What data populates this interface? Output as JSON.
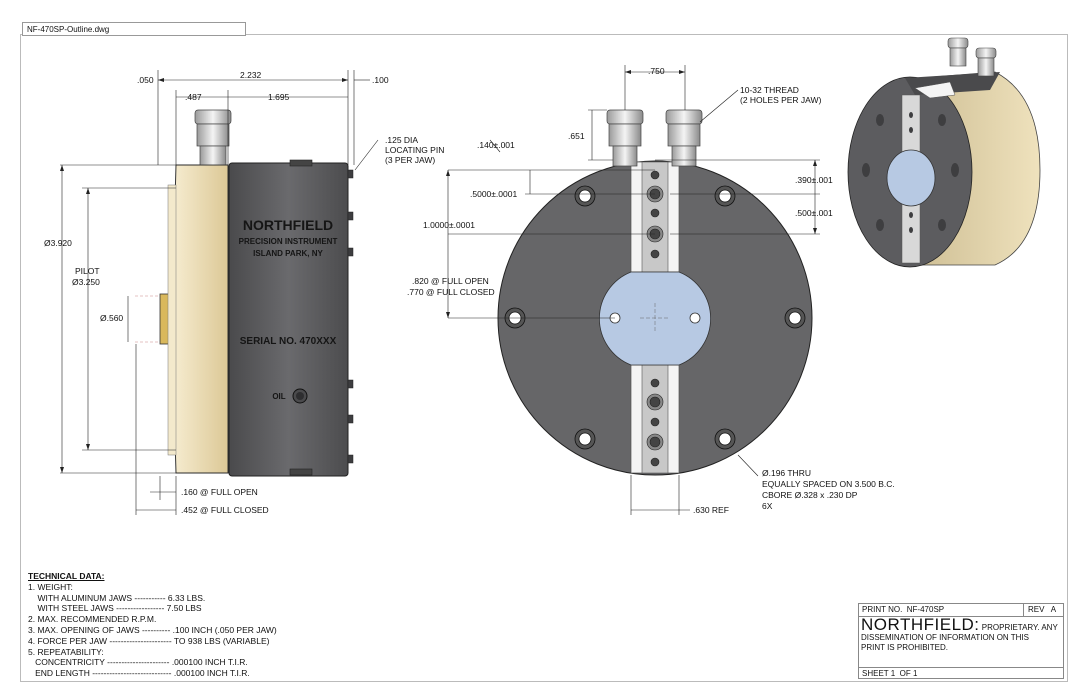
{
  "file_tab": "NF-470SP-Outline.dwg",
  "side_view": {
    "brand": "NORTHFIELD",
    "brand_line2": "PRECISION INSTRUMENT",
    "brand_line3": "ISLAND PARK, NY",
    "serial": "SERIAL NO. 470XXX",
    "oil": "OIL"
  },
  "dims": {
    "d050": ".050",
    "d2232": "2.232",
    "d100": ".100",
    "d487": ".487",
    "d1695": "1.695",
    "pin1": ".125 DIA",
    "pin2": "LOCATING PIN",
    "pin3": "(3 PER JAW)",
    "dia3920": "Ø3.920",
    "pilot1": "PILOT",
    "pilot2": "Ø3.250",
    "dia560": "Ø.560",
    "open160": ".160 @ FULL OPEN",
    "closed452": ".452 @ FULL CLOSED",
    "d750": ".750",
    "thread1": "10-32 THREAD",
    "thread2": "(2 HOLES PER JAW)",
    "d651": ".651",
    "d140": ".140±.001",
    "d5000": ".5000±.0001",
    "d10000": "1.0000±.0001",
    "d390": ".390±.001",
    "d500": ".500±.001",
    "open820": ".820 @ FULL OPEN",
    "closed770": ".770 @ FULL CLOSED",
    "thru1": "Ø.196 THRU",
    "thru2": "EQUALLY SPACED ON 3.500 B.C.",
    "thru3": "CBORE Ø.328 x .230 DP",
    "thru4": "6X",
    "ref630": ".630 REF"
  },
  "tech": {
    "title": "TECHNICAL DATA:",
    "lines": [
      "1. WEIGHT:",
      "    WITH ALUMINUM JAWS ----------- 6.33 LBS.",
      "    WITH STEEL JAWS ----------------- 7.50 LBS",
      "2. MAX. RECOMMENDED R.P.M.",
      "3. MAX. OPENING OF JAWS ---------- .100 INCH (.050 PER JAW)",
      "4. FORCE PER JAW ---------------------- TO 938 LBS (VARIABLE)",
      "5. REPEATABILITY:",
      "   CONCENTRICITY ---------------------- .000100 INCH T.I.R.",
      "   END LENGTH ---------------------------- .000100 INCH T.I.R."
    ]
  },
  "titleblock": {
    "print_label": "PRINT NO.",
    "print_no": "NF-470SP",
    "rev_label": "REV",
    "rev": "A",
    "brand": "NORTHFIELD:",
    "notice1": " PROPRIETARY. ANY",
    "notice2": "DISSEMINATION OF INFORMATION ON THIS",
    "notice3": "PRINT IS PROHIBITED.",
    "sheet_label": "SHEET",
    "sheet": "1",
    "of_label": "OF",
    "of": "1"
  },
  "colors": {
    "body_dark": "#5e5e60",
    "body_face": "#67676a",
    "pilot_tan": "#ecdcb1",
    "bore_blue": "#b7c9e3",
    "jaw_light": "#f2f2f2"
  }
}
